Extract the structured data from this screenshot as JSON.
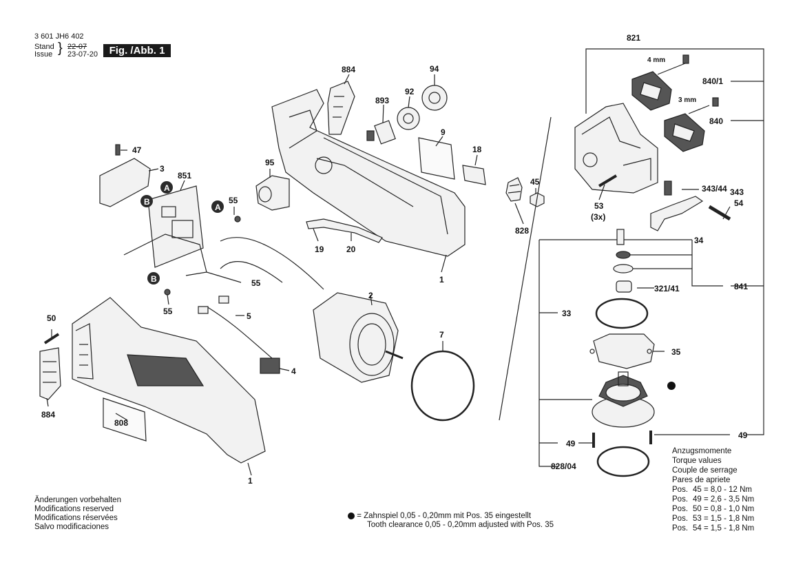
{
  "header": {
    "part_number": "3 601 JH6 402",
    "stand_label": "Stand",
    "issue_label": "Issue",
    "old_date": "22-07",
    "new_date": "23-07-20",
    "figure_label": "Fig. /Abb. 1"
  },
  "callouts": {
    "c821": "821",
    "c840_1": "840/1",
    "c840": "840",
    "c4mm": "4 mm",
    "c3mm": "3 mm",
    "c884a": "884",
    "c94": "94",
    "c92": "92",
    "c893": "893",
    "c9": "9",
    "c18": "18",
    "c47": "47",
    "c3": "3",
    "c851": "851",
    "cA1": "A",
    "cB1": "B",
    "cA2": "A",
    "cB2": "B",
    "c55a": "55",
    "c55b": "55",
    "c55c": "55",
    "c95": "95",
    "c45": "45",
    "c53": "53",
    "c3x": "(3x)",
    "c343_44": "343/44",
    "c343": "343",
    "c54": "54",
    "c828": "828",
    "c19": "19",
    "c20": "20",
    "c1a": "1",
    "c34": "34",
    "c321_41": "321/41",
    "c841": "841",
    "c2": "2",
    "c33": "33",
    "c5": "5",
    "c50": "50",
    "c7": "7",
    "c35": "35",
    "c4": "4",
    "c884b": "884",
    "c808": "808",
    "c49a": "49",
    "c49b": "49",
    "c828_04": "828/04",
    "c1b": "1"
  },
  "torque": {
    "title_de": "Anzugsmomente",
    "title_en": "Torque values",
    "title_fr": "Couple de serrage",
    "title_ro": "Pares de apriete",
    "rows": [
      {
        "pos": "Pos.",
        "spec": "45 = 8,0 - 12  Nm"
      },
      {
        "pos": "Pos.",
        "spec": "49 = 2,6 - 3,5 Nm"
      },
      {
        "pos": "Pos.",
        "spec": "50 = 0,8 - 1,0 Nm"
      },
      {
        "pos": "Pos.",
        "spec": "53 = 1,5 - 1,8 Nm"
      },
      {
        "pos": "Pos.",
        "spec": "54 = 1,5 - 1,8 Nm"
      }
    ]
  },
  "notes": {
    "mod_de": "Änderungen vorbehalten",
    "mod_en": "Modifications reserved",
    "mod_fr": "Modifications réservées",
    "mod_es": "Salvo modificaciones",
    "bullet_symbol": "=",
    "tooth_de": "Zahnspiel 0,05 - 0,20mm mit Pos. 35 eingestellt",
    "tooth_en": "Tooth clearance 0,05 - 0,20mm adjusted with Pos. 35"
  },
  "colors": {
    "ink": "#111111",
    "paper": "#ffffff",
    "fill_part": "#f2f2f2",
    "callout_circle": "#2b2b2b"
  }
}
